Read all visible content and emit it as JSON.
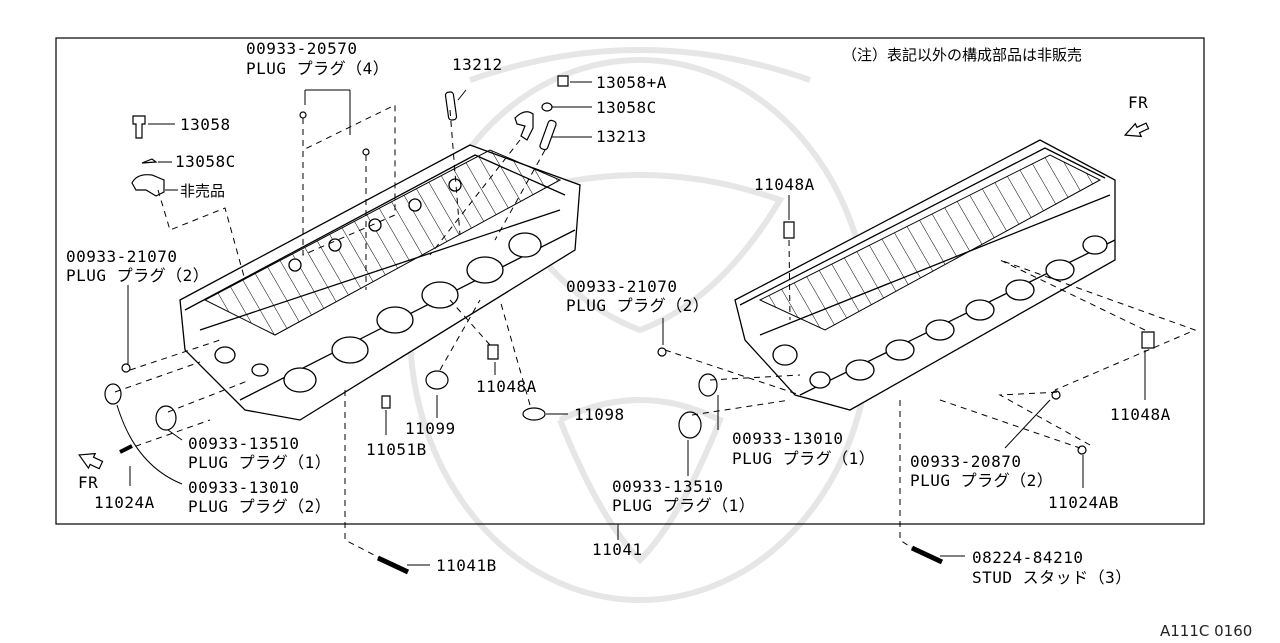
{
  "note": "（注）表記以外の構成部品は非販売",
  "diagram_code": "A111C 0160",
  "fr_label": "FR",
  "callouts": {
    "p20570_num": "00933-20570",
    "p20570_desc": "PLUG プラグ（4）",
    "p13212": "13212",
    "p13058A": "13058+A",
    "p13058C_right": "13058C",
    "p13213": "13213",
    "p13058": "13058",
    "p13058C_left": "13058C",
    "not_sold": "非売品",
    "p21070_left_num": "00933-21070",
    "p21070_left_desc": "PLUG プラグ（2）",
    "p21070_right_num": "00933-21070",
    "p21070_right_desc": "PLUG プラグ（2）",
    "p11048A_top": "11048A",
    "p11048A_mid": "11048A",
    "p11048A_right": "11048A",
    "p11099": "11099",
    "p11098": "11098",
    "p11051B": "11051B",
    "p13510_left_num": "00933-13510",
    "p13510_left_desc": "PLUG プラグ（1）",
    "p13010_left_num": "00933-13010",
    "p13010_left_desc": "PLUG プラグ（2）",
    "p11024A": "11024A",
    "p13010_right_num": "00933-13010",
    "p13010_right_desc": "PLUG プラグ（1）",
    "p13510_right_num": "00933-13510",
    "p13510_right_desc": "PLUG プラグ（1）",
    "p20870_num": "00933-20870",
    "p20870_desc": "PLUG プラグ（2）",
    "p11024AB": "11024AB",
    "p11041": "11041",
    "p11041B": "11041B",
    "p08224_num": "08224-84210",
    "p08224_desc": "STUD スタッド（3）"
  }
}
